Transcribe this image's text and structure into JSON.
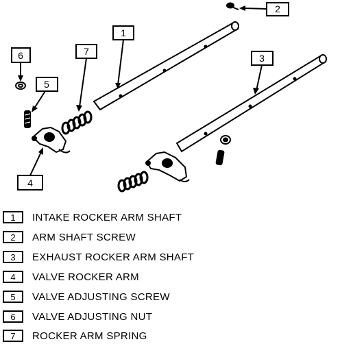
{
  "callouts": [
    {
      "number": "1"
    },
    {
      "number": "2"
    },
    {
      "number": "3"
    },
    {
      "number": "4"
    },
    {
      "number": "5"
    },
    {
      "number": "6"
    },
    {
      "number": "7"
    }
  ],
  "legend": [
    {
      "number": "1",
      "label": "INTAKE ROCKER ARM SHAFT"
    },
    {
      "number": "2",
      "label": "ARM SHAFT SCREW"
    },
    {
      "number": "3",
      "label": "EXHAUST ROCKER ARM SHAFT"
    },
    {
      "number": "4",
      "label": "VALVE ROCKER ARM"
    },
    {
      "number": "5",
      "label": "VALVE ADJUSTING SCREW"
    },
    {
      "number": "6",
      "label": "VALVE ADJUSTING NUT"
    },
    {
      "number": "7",
      "label": "ROCKER ARM SPRING"
    }
  ]
}
